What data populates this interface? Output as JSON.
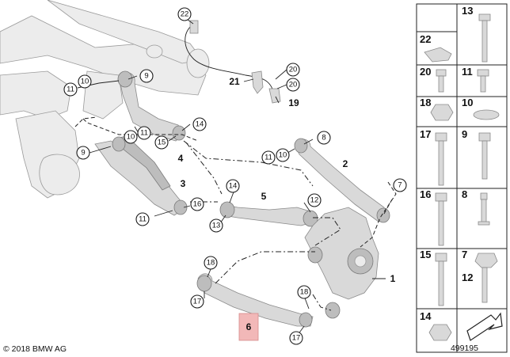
{
  "diagram": {
    "copyright": "© 2018 BMW AG",
    "diagram_number": "499195",
    "callouts": {
      "c22": "22",
      "c21": "21",
      "c20a": "20",
      "c20b": "20",
      "c19": "19",
      "c11a": "11",
      "c10a": "10",
      "c9a": "9",
      "c10b": "10",
      "c15a": "15",
      "c14a": "14",
      "c4": "4",
      "c9b": "9",
      "c3": "3",
      "c11b": "11",
      "c16a": "16",
      "c11c": "11",
      "c10c": "10",
      "c8": "8",
      "c2": "2",
      "c7": "7",
      "c14b": "14",
      "c5": "5",
      "c12a": "12",
      "c13": "13",
      "c18a": "18",
      "c17a": "17",
      "c6": "6",
      "c18b": "18",
      "c17b": "17",
      "c1": "1"
    },
    "hardware_grid": {
      "c13": "13",
      "c22": "22",
      "c20": "20",
      "c11": "11",
      "c18": "18",
      "c10": "10",
      "c17": "17",
      "c9": "9",
      "c16": "16",
      "c8": "8",
      "c15": "15",
      "c7": "7",
      "c12": "12",
      "c14": "14"
    }
  }
}
